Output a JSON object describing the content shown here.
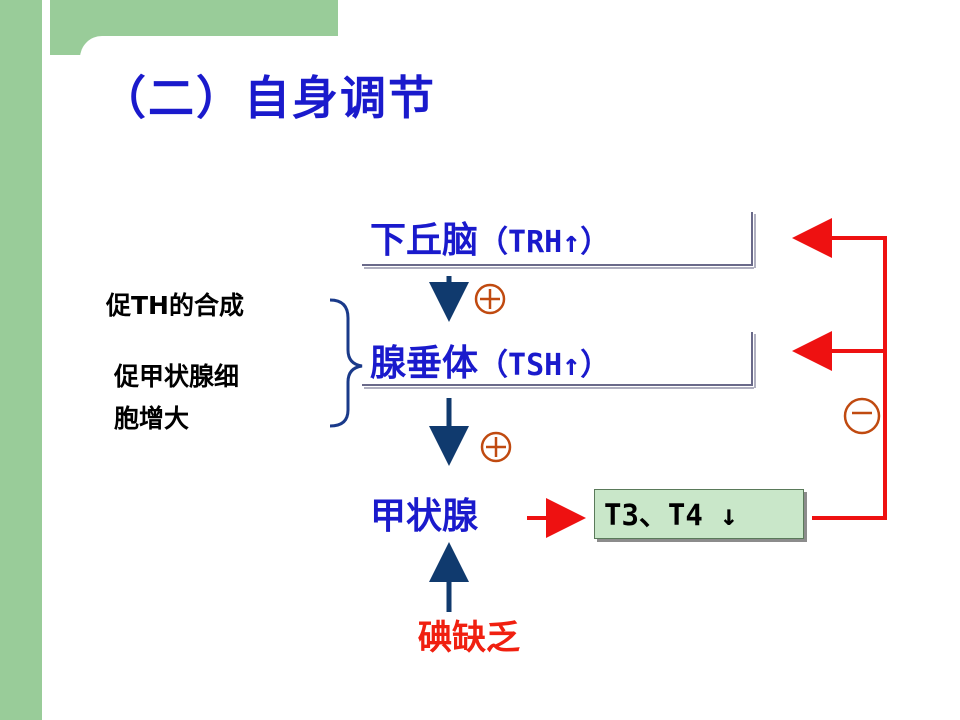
{
  "slide": {
    "title": "（二）自身调节"
  },
  "nodes": {
    "hypothalamus": {
      "name": "下丘脑",
      "paren_open": "（",
      "hormone": "TRH",
      "arrow": "↑",
      "paren_close": "）"
    },
    "pituitary": {
      "name": "腺垂体",
      "paren_open": "（",
      "hormone": "TSH",
      "arrow": "↑",
      "paren_close": "）"
    },
    "thyroid": {
      "name": "甲状腺"
    }
  },
  "output_box": {
    "label": "T3、T4 ↓"
  },
  "signs": {
    "positive": "+",
    "negative": "−"
  },
  "side_notes": [
    "促TH的合成",
    "促甲状腺细",
    "胞增大"
  ],
  "iodine_deficiency": "碘缺乏",
  "colors": {
    "blue_text": "#1a1acc",
    "red_arrow": "#ee1111",
    "navy_arrow": "#103a6e",
    "green_bar": "#99cc99",
    "box_fill": "#c9e7c9",
    "sign_circle": "#c04a10"
  }
}
